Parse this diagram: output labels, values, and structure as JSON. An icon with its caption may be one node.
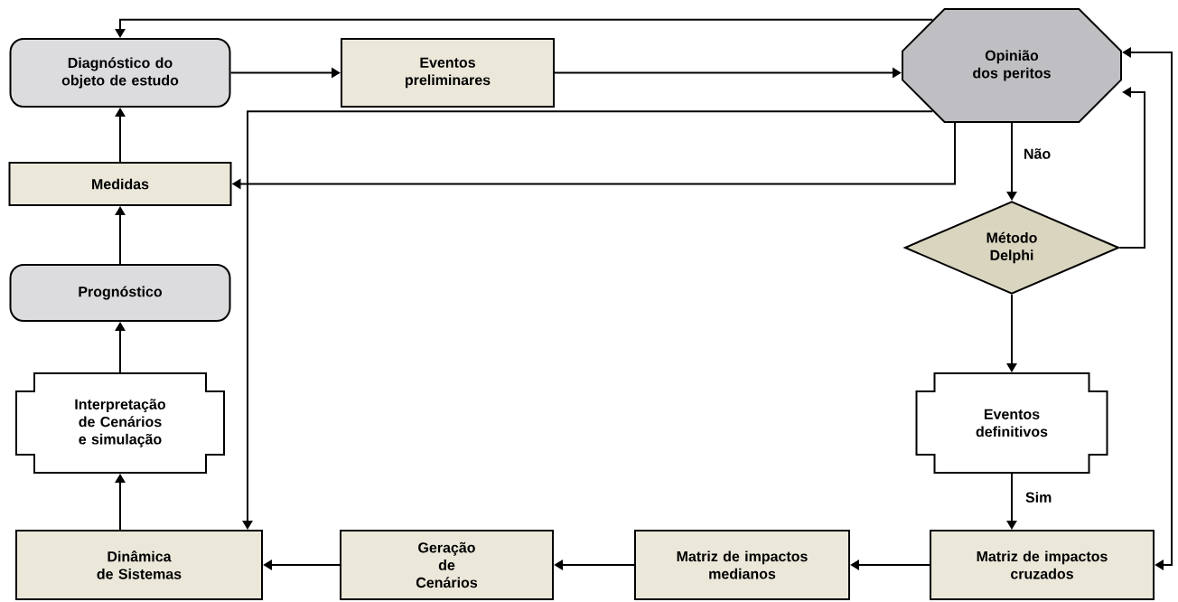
{
  "diagram": {
    "nodes": [
      {
        "text": [
          "Diagnóstico do objeto de estudo"
        ]
      },
      {
        "text": [
          "Eventos preliminares"
        ]
      },
      {
        "text": [
          "Opinião dos peritos"
        ]
      },
      {
        "text": [
          "Medidas"
        ]
      },
      {
        "text": [
          "Método Delphi"
        ]
      },
      {
        "text": [
          "Prognóstico"
        ]
      },
      {
        "text": [
          "Interpretação de Cenários e simulação"
        ]
      },
      {
        "text": [
          "Eventos definitivos"
        ]
      },
      {
        "text": [
          "Dinâmica de Sistemas"
        ]
      },
      {
        "text": [
          "Geração de Cenários"
        ]
      },
      {
        "text": [
          "Matriz de impactos medianos"
        ]
      },
      {
        "text": [
          "Matriz de impactos cruzados"
        ]
      }
    ],
    "edges": [
      {
        "from": 0,
        "to": 1,
        "arrow": "to"
      },
      {
        "from": 1,
        "to": 2,
        "arrow": "to"
      },
      {
        "from": 2,
        "to": 4,
        "arrow": "to",
        "label": "Não"
      },
      {
        "from": 4,
        "to": 2,
        "arrow": "to"
      },
      {
        "from": 4,
        "to": 7,
        "arrow": "to"
      },
      {
        "from": 7,
        "to": 11,
        "arrow": "to",
        "label": "Sim"
      },
      {
        "from": 11,
        "to": 10,
        "arrow": "to"
      },
      {
        "from": 10,
        "to": 9,
        "arrow": "to"
      },
      {
        "from": 9,
        "to": 8,
        "arrow": "to"
      },
      {
        "from": 8,
        "to": 6,
        "arrow": "to"
      },
      {
        "from": 6,
        "to": 5,
        "arrow": "to"
      },
      {
        "from": 5,
        "to": 3,
        "arrow": "to"
      },
      {
        "from": 3,
        "to": 0,
        "arrow": "to"
      },
      {
        "from": 2,
        "to": 0,
        "arrow": "to"
      },
      {
        "from": 2,
        "to": 8,
        "arrow": "to"
      },
      {
        "from": 2,
        "to": 3,
        "arrow": "to"
      },
      {
        "from": 2,
        "to": 11,
        "arrow": "both"
      }
    ]
  }
}
